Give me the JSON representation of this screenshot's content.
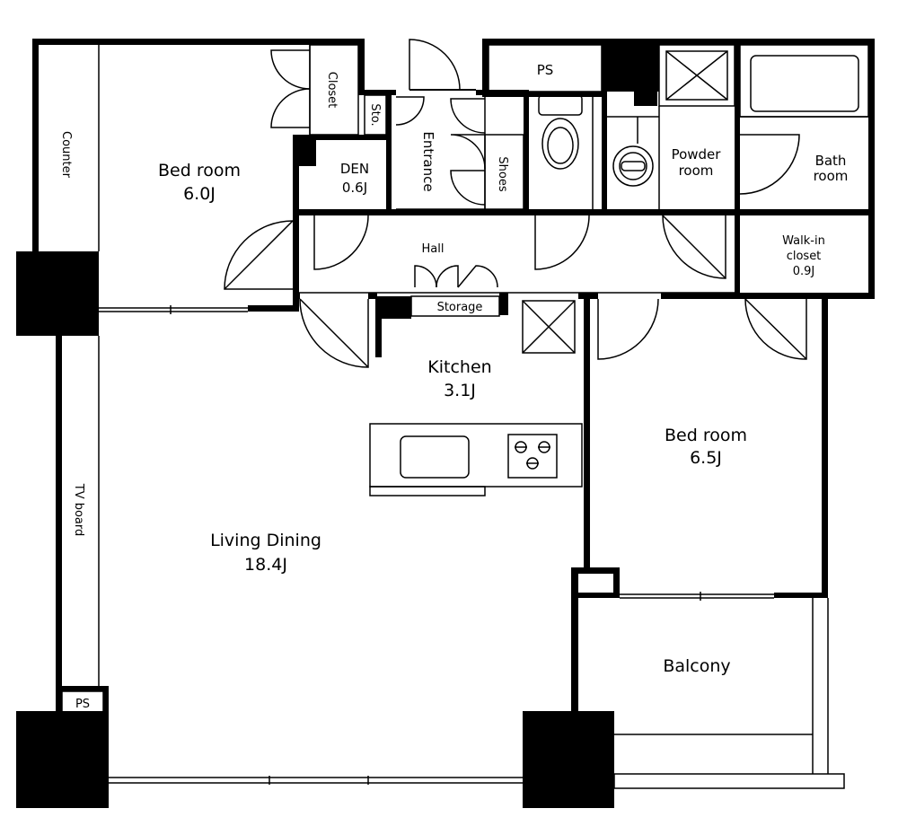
{
  "rooms": {
    "bedroom_west": {
      "name": "Bed room",
      "size": "6.0J"
    },
    "closet": "Closet",
    "sto": "Sto.",
    "entrance": "Entrance",
    "den": {
      "name": "DEN",
      "size": "0.6J"
    },
    "shoes": "Shoes",
    "ps_top": "PS",
    "powder": {
      "line1": "Powder",
      "line2": "room"
    },
    "bath": {
      "line1": "Bath",
      "line2": "room"
    },
    "hall": "Hall",
    "walkin": {
      "line1": "Walk-in",
      "line2": "closet",
      "size": "0.9J"
    },
    "storage": "Storage",
    "kitchen": {
      "name": "Kitchen",
      "size": "3.1J"
    },
    "bedroom_east": {
      "name": "Bed room",
      "size": "6.5J"
    },
    "living": {
      "name": "Living Dining",
      "size": "18.4J"
    },
    "balcony": "Balcony",
    "ps_bottom": "PS",
    "counter": "Counter",
    "tv_board": "TV board"
  }
}
